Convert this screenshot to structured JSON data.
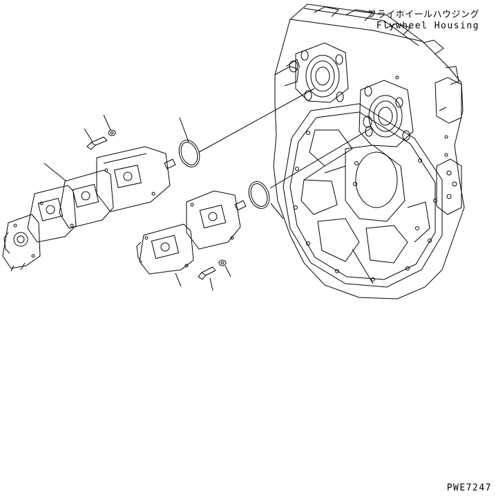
{
  "labels": {
    "housing_jp": "フライホイールハウジング",
    "housing_en": "Flywheel Housing",
    "drawing_code": "PWE7247"
  }
}
